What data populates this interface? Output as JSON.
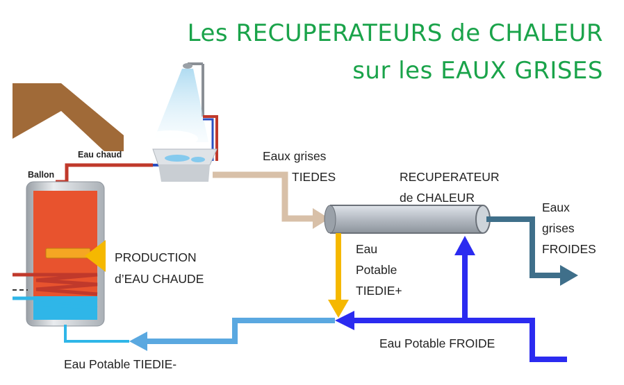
{
  "title": {
    "line1_prefix": "Les",
    "line1_main": "RECUPERATEURS de CHALEUR",
    "line2": "sur les EAUX GRISES"
  },
  "labels": {
    "eau_chaud": "Eau chaud",
    "ballon": "Ballon",
    "eaux_grises_tiedes_1": "Eaux grises",
    "eaux_grises_tiedes_2": "TIEDES",
    "recuperateur_1": "RECUPERATEUR",
    "recuperateur_2": "de CHALEUR",
    "eaux_grises_froides_1": "Eaux",
    "eaux_grises_froides_2": "grises",
    "eaux_grises_froides_3": "FROIDES",
    "production_1": "PRODUCTION",
    "production_2": "d’EAU CHAUDE",
    "eau_potable_tiedie_plus_1": "Eau",
    "eau_potable_tiedie_plus_2": "Potable",
    "eau_potable_tiedie_plus_3": "TIEDIE+",
    "eau_potable_froide": "Eau Potable  FROIDE",
    "eau_potable_tiedie_minus": "Eau Potable  TIEDIE-"
  },
  "colors": {
    "title_green": "#1aa34a",
    "eaux_grises_tiedes": "#d8c0a8",
    "eaux_grises_froides": "#3f6f8a",
    "eau_potable_froide": "#2b2bf0",
    "eau_potable_tiedie_minus": "#5aa8e0",
    "eau_potable_tiedie_plus": "#f5b800",
    "production_arrow": "#f5b800",
    "roof": "#a06a38",
    "hot_pipe": "#c0392b",
    "tank_body": "#e8532e",
    "tank_cold": "#2fb6e8"
  }
}
